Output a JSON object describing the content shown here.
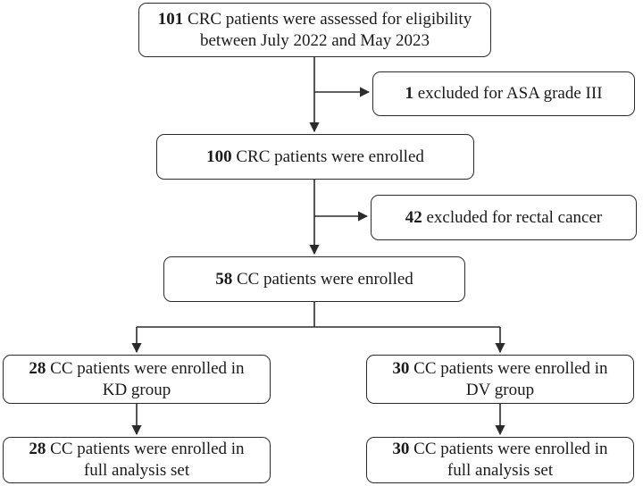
{
  "flowchart": {
    "assessed": {
      "count": "101",
      "line1_text": "CRC patients were assessed for eligibility",
      "line2_text": "between July 2022 and May 2023"
    },
    "excluded_asa": {
      "count": "1",
      "text": "excluded for ASA grade III"
    },
    "enrolled_crc": {
      "count": "100",
      "text": "CRC patients were enrolled"
    },
    "excluded_rectal": {
      "count": "42",
      "text": "excluded for rectal cancer"
    },
    "enrolled_cc": {
      "count": "58",
      "text": "CC patients were enrolled"
    },
    "kd_group": {
      "count": "28",
      "line1_text": "CC patients were enrolled in",
      "line2_text": "KD group"
    },
    "dv_group": {
      "count": "30",
      "line1_text": "CC patients were enrolled in",
      "line2_text": "DV group"
    },
    "kd_fas": {
      "count": "28",
      "line1_text": "CC patients were enrolled in",
      "line2_text": "full analysis set"
    },
    "dv_fas": {
      "count": "30",
      "line1_text": "CC patients were enrolled in",
      "line2_text": "full analysis set"
    }
  },
  "colors": {
    "stroke": "#2b2b2b",
    "text": "#1a1a1a",
    "background": "#ffffff"
  }
}
